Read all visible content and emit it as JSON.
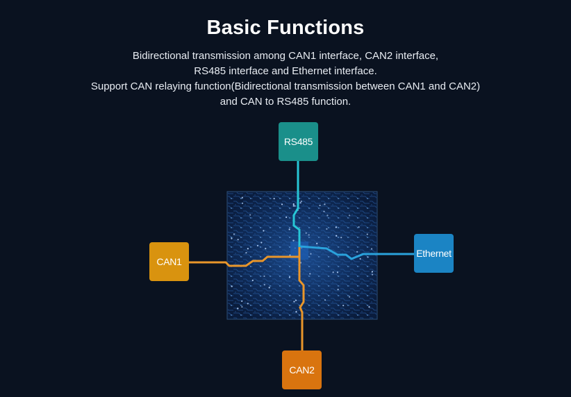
{
  "title": "Basic Functions",
  "description": [
    "Bidirectional transmission among CAN1 interface, CAN2 interface,",
    "RS485 interface and Ethernet interface.",
    "Support CAN relaying function(Bidirectional transmission between CAN1 and CAN2)",
    "and CAN to RS485 function."
  ],
  "nodes": {
    "rs485": {
      "label": "RS485",
      "color": "#1a8f8a"
    },
    "can1": {
      "label": "CAN1",
      "color": "#d9930f"
    },
    "ethernet": {
      "label": "Ethernet",
      "color": "#1b84c4"
    },
    "can2": {
      "label": "CAN2",
      "color": "#d9740f"
    }
  },
  "link_colors": {
    "rs485": "#27c6d6",
    "can": "#e9962a",
    "ethernet": "#2aa2dc"
  },
  "center": "circuit-board-chip"
}
